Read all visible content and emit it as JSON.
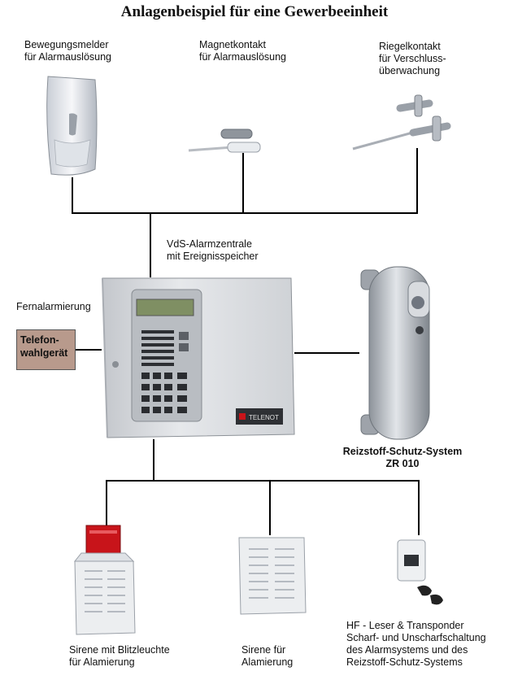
{
  "title": "Anlagenbeispiel für eine Gewerbeeinheit",
  "labels": {
    "bewegungsmelder": "Bewegungsmelder\nfür Alarmauslösung",
    "magnetkontakt": "Magnetkontakt\nfür Alarmauslösung",
    "riegelkontakt": "Riegelkontakt\nfür Verschluss-\nüberwachung",
    "alarmzentrale": "VdS-Alarmzentrale\nmit Ereignisspeicher",
    "fernalarmierung": "Fernalarmierung",
    "telefon": "Telefon-\nwahlgerät",
    "reizstoff": "Reizstoff-Schutz-System\nZR 010",
    "sirene_blitz": "Sirene mit Blitzleuchte\nfür Alamierung",
    "sirene": "Sirene für\nAlamierung",
    "hf_leser": "HF - Leser & Transponder\nScharf- und Unscharfschaltung\ndes Alarmsystems und des\nReizstoff-Schutz-Systems"
  },
  "brand": "TELENOT",
  "colors": {
    "telefon_box": "#b89a8c",
    "panel": "#d6d8dc",
    "siren_light": "#c8141a"
  },
  "icons": {
    "motion_detector": "motion-detector-icon",
    "magnet_contact": "magnet-contact-icon",
    "bolt_contact": "bolt-contact-icon",
    "alarm_panel": "alarm-panel-icon",
    "irritant_system": "irritant-system-icon",
    "siren_strobe": "siren-strobe-icon",
    "siren": "siren-icon",
    "rfid_reader": "rfid-reader-icon"
  }
}
